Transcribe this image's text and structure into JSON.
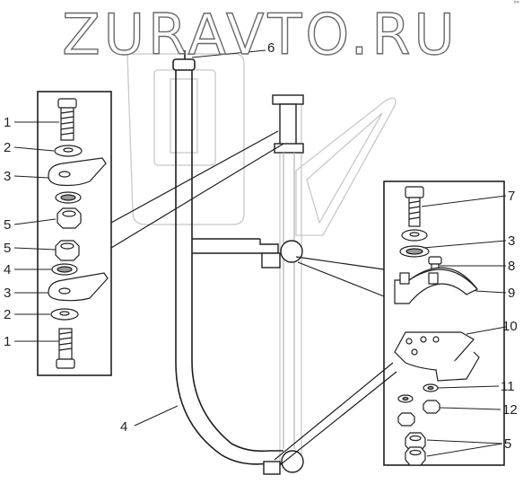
{
  "watermark": "ZURAVTO.RU",
  "corner_mark": "°°",
  "callouts": {
    "c1_top": "1",
    "c2_top": "2",
    "c3_top": "3",
    "c5_top": "5",
    "c5_mid": "5",
    "c4_left": "4",
    "c3_low": "3",
    "c2_low": "2",
    "c1_low": "1",
    "c6": "6",
    "c4_main": "4",
    "c7": "7",
    "c3_right": "3",
    "c8": "8",
    "c9": "9",
    "c10": "10",
    "c11": "11",
    "c12": "12",
    "c5_right": "5"
  },
  "colors": {
    "line": "#1f1f1f",
    "ghost": "#c8c8c8",
    "part_fill": "#ffffff",
    "shade": "#9a9a9a"
  }
}
